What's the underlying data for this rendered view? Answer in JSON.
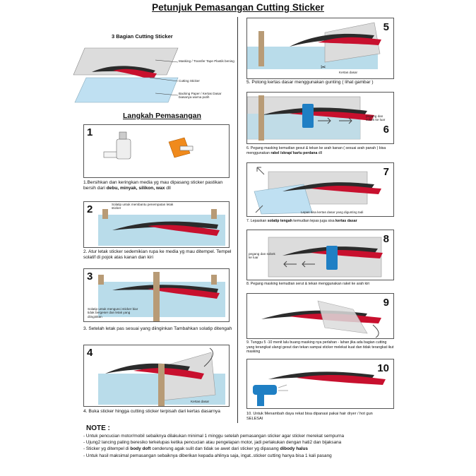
{
  "title": "Petunjuk Pemasangan Cutting Sticker",
  "layers": {
    "heading": "3 Bagian Cutting Sticker",
    "masking": "Masking / Transfer Tape Plastik bening",
    "sticker": "Cutting Sticker",
    "backing": "Backing Paper / Kertas Dasar biasanya warna putih"
  },
  "steps_heading": "Langkah Pemasangan",
  "steps": [
    {
      "num": "1",
      "caption_a": "1.Bersihkan dan keringkan media yg mau dipasang sticker pastikan bersih dari ",
      "caption_b": "debu, minyak, silikon, wax",
      "caption_c": " dll"
    },
    {
      "num": "2",
      "label": "Solatip untuk membantu penempatan letak sticker",
      "caption": "2. Atur letak sticker sedemikian rupa ke media yg mau ditempel. Tempel solatif di pojok atas kanan dan kiri"
    },
    {
      "num": "3",
      "label": "Solatip untuk mengunci sticker biar tidak bergeser dan letak yang diinginkan",
      "caption": "3. Setelah letak pas sesuai yang diinginkan Tambahkan solatip ditengah"
    },
    {
      "num": "4",
      "label": "Kertas dasar",
      "caption": "4. Buka sticker hingga cutting sticker terpisah dari kertas dasarnya"
    },
    {
      "num": "5",
      "label": "Kertas dasar",
      "caption": "5. Potong kertas dasar menggunakan gunting ( lihat gambar )"
    },
    {
      "num": "6",
      "label": "pegang dan sobek ke luar",
      "caption_a": "6. Pegang masking kemudian gesut & tekan ke arah kanan ( sesuai arah panah ) bisa menggunakan ",
      "caption_b": "rakel /skrap/ kartu perdana",
      "caption_c": " dll"
    },
    {
      "num": "7",
      "label": "Lepas sisa kertas dasar yang digunting tadi",
      "caption_a": "7. Lepaskan ",
      "caption_b": "solatip tengah",
      "caption_c": " kemudian lepas juga sisa ",
      "caption_d": "kertas dasar"
    },
    {
      "num": "8",
      "label": "pegang dan sobek ke luar",
      "caption": "8. Pegang masking kemudian serut & tekan menggunakan rakel ke arah kiri"
    },
    {
      "num": "9",
      "caption": "9. Tunggu 5 -10 menit lalu buang masking nya perlahan - lahan jika ada bagian cutting yang terangkat ulangi gesut dan tekan sampai sticker melekat kuat dan tidak terangkat ikut masking"
    },
    {
      "num": "10",
      "caption_a": "10. Untuk Menambah daya rekat bisa dipanasi pakai hair dryer / hot gun",
      "caption_b": "SELESAI"
    }
  ],
  "note": {
    "title": "NOTE :",
    "lines": [
      "- Untuk pencucian motor/mobil sebaiknya dilakukan minimal 1 minggu setelah pemasangan sticker agar sticker merekat sempurna",
      "- Ujung2 lancing paling beresiko terkelupas ketika pencucian atau pengelapan motor, jadi perlakukan dengan hati2 dan bijaksana"
    ],
    "line3_a": "- Sticker yg ditempel di ",
    "line3_b": "body doft",
    "line3_c": " cenderung agak sulit dan tidak se awet dari sticker yg dipasang ",
    "line3_d": "dibody halus",
    "line4": "- Untuk hasil maksimal pemasangan sebaiknya diberikan kepada ahlinya saja, ingat..sticker cutting hanya bisa 1 kali pasang"
  },
  "colors": {
    "film": "#d9d9d9",
    "backing": "#bfe0f2",
    "media": "#b9dcea",
    "tape": "#b89b76",
    "stripe_red": "#c8102e",
    "stripe_dark": "#2b2b2b",
    "blue_tool": "#1f7fc4"
  }
}
